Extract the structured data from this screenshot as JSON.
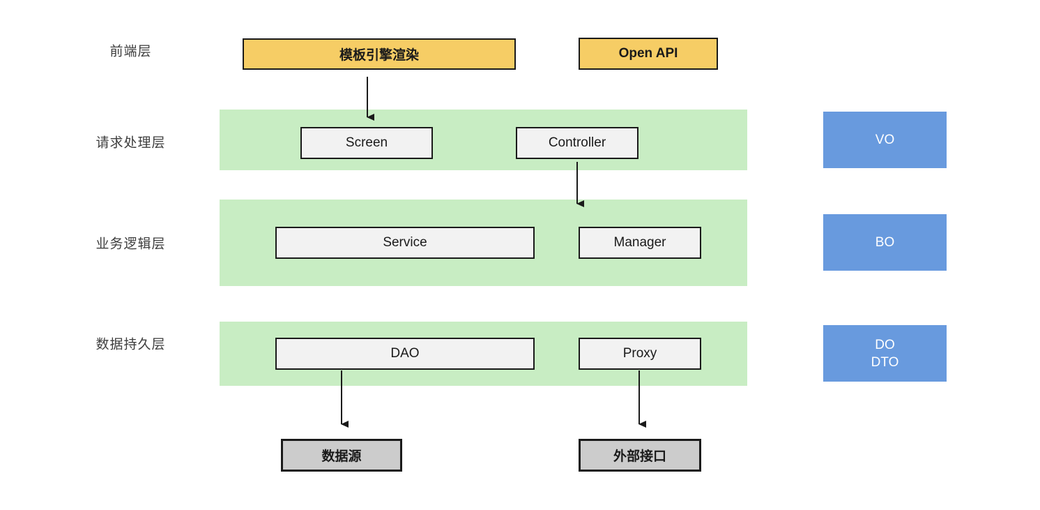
{
  "diagram": {
    "type": "layered-architecture",
    "colors": {
      "frontend_node_fill": "#f6cd65",
      "layer_band_fill": "#c8edc3",
      "side_node_fill": "#689ade",
      "external_node_fill": "#cccccc",
      "inner_node_fill": "#f2f2f2",
      "node_border": "#1a1a1a",
      "arrow": "#1a1a1a"
    },
    "frontend_layer": {
      "label": "前端层",
      "nodes": [
        {
          "label": "模板引擎渲染"
        },
        {
          "label": "Open API"
        }
      ]
    },
    "request_layer": {
      "label": "请求处理层",
      "nodes": [
        {
          "label": "Screen"
        },
        {
          "label": "Controller"
        }
      ],
      "side_node": {
        "label": "VO"
      }
    },
    "business_layer": {
      "label": "业务逻辑层",
      "nodes": [
        {
          "label": "Service"
        },
        {
          "label": "Manager"
        }
      ],
      "side_node": {
        "label": "BO"
      }
    },
    "persistence_layer": {
      "label": "数据持久层",
      "nodes": [
        {
          "label": "DAO"
        },
        {
          "label": "Proxy"
        }
      ],
      "side_node": {
        "lines": [
          "DO",
          "DTO"
        ]
      }
    },
    "external_layer": {
      "nodes": [
        {
          "label": "数据源"
        },
        {
          "label": "外部接口"
        }
      ]
    },
    "connections": [
      {
        "from": "模板引擎渲染",
        "to": "Screen"
      },
      {
        "from": "Controller",
        "to": "业务逻辑层"
      },
      {
        "from": "DAO",
        "to": "数据源"
      },
      {
        "from": "Proxy",
        "to": "外部接口"
      }
    ]
  }
}
